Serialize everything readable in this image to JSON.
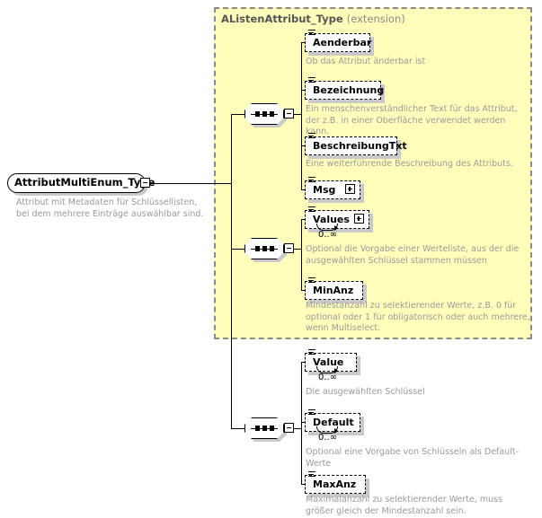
{
  "diagram": {
    "kind": "xml-schema-element-diagram",
    "colors": {
      "extension_panel_bg": "#ffffbb",
      "extension_panel_border": "#8a8a8a",
      "doc_text": "#9a9a9a",
      "shadow": "#c9c9c9",
      "line": "#000000"
    }
  },
  "root": {
    "name": "AttributMultiEnum_Type",
    "documentation": "Attribut mit Metadaten für Schlüssellisten, bei dem mehrere Einträge auswählbar sind.",
    "toggle": "minus"
  },
  "extension": {
    "base_name": "AListenAttribut_Type",
    "kind_label": "(extension)"
  },
  "sequences": [
    {
      "id": "seq-extension-first",
      "toggle": "minus"
    },
    {
      "id": "seq-extension-second",
      "toggle": "minus"
    },
    {
      "id": "seq-own",
      "toggle": "minus"
    }
  ],
  "elements": [
    {
      "name": "Aenderbar",
      "documentation": "Ob das Attribut änderbar ist",
      "cardinality": "",
      "expandable": false,
      "repeating": false,
      "group": "extension"
    },
    {
      "name": "Bezeichnung",
      "documentation": "Ein menschenverständlicher Text für das Attribut, der z.B. in einer Oberfläche verwendet werden kann.",
      "cardinality": "",
      "expandable": false,
      "repeating": false,
      "group": "extension"
    },
    {
      "name": "BeschreibungTxt",
      "documentation": "Eine weiterführende Beschreibung des Attributs.",
      "cardinality": "",
      "expandable": false,
      "repeating": false,
      "group": "extension"
    },
    {
      "name": "Msg",
      "documentation": "",
      "cardinality": "",
      "expandable": true,
      "repeating": false,
      "group": "extension"
    },
    {
      "name": "Values",
      "documentation": "Optional die Vorgabe einer Werteliste, aus der die ausgewählten Schlüssel stammen müssen",
      "cardinality": "0..∞",
      "expandable": true,
      "repeating": true,
      "group": "extension"
    },
    {
      "name": "MinAnz",
      "documentation": "Mindestanzahl zu selektierender Werte, z.B. 0 für optional oder 1 für obligatorisch oder auch mehrere, wenn Multiselect.",
      "cardinality": "",
      "expandable": false,
      "repeating": false,
      "group": "extension"
    },
    {
      "name": "Value",
      "documentation": "Die ausgewählten Schlüssel",
      "cardinality": "0..∞",
      "expandable": false,
      "repeating": true,
      "group": "own"
    },
    {
      "name": "Default",
      "documentation": "Optional eine Vorgabe von Schlüsseln als Default-Werte",
      "cardinality": "0..∞",
      "expandable": false,
      "repeating": true,
      "group": "own"
    },
    {
      "name": "MaxAnz",
      "documentation": "Maximalanzahl zu selektierender Werte, muss größer gleich der Mindestanzahl sein.",
      "cardinality": "",
      "expandable": false,
      "repeating": false,
      "group": "own"
    }
  ]
}
